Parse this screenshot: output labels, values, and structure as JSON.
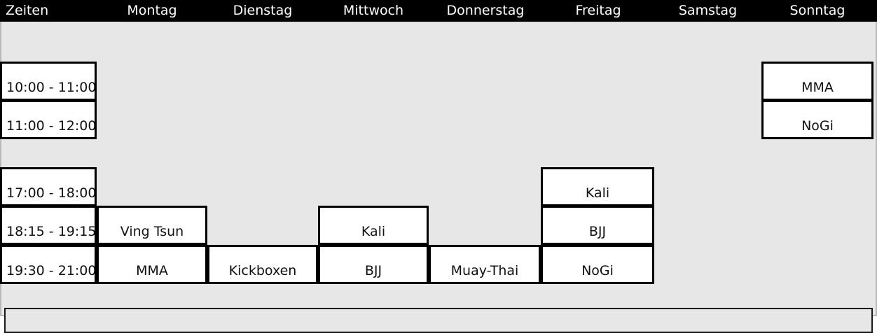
{
  "header": {
    "columns": [
      {
        "label": "Zeiten",
        "key": "zeiten"
      },
      {
        "label": "Montag",
        "key": "montag"
      },
      {
        "label": "Dienstag",
        "key": "dienstag"
      },
      {
        "label": "Mittwoch",
        "key": "mittwoch"
      },
      {
        "label": "Donnerstag",
        "key": "donnerstag"
      },
      {
        "label": "Freitag",
        "key": "freitag"
      },
      {
        "label": "Samstag",
        "key": "samstag"
      },
      {
        "label": "Sonntag",
        "key": "sonntag"
      }
    ]
  },
  "times": [
    {
      "label": "10:00 - 11:00"
    },
    {
      "label": "11:00 - 12:00"
    },
    {
      "label": "17:00 - 18:00"
    },
    {
      "label": "18:15 - 19:15"
    },
    {
      "label": "19:30 - 21:00"
    }
  ],
  "entries": [
    {
      "day": "Sonntag",
      "time": "10:00 - 11:00",
      "label": "MMA"
    },
    {
      "day": "Sonntag",
      "time": "11:00 - 12:00",
      "label": "NoGi"
    },
    {
      "day": "Freitag",
      "time": "17:00 - 18:00",
      "label": "Kali"
    },
    {
      "day": "Montag",
      "time": "18:15 - 19:15",
      "label": "Ving Tsun"
    },
    {
      "day": "Mittwoch",
      "time": "18:15 - 19:15",
      "label": "Kali"
    },
    {
      "day": "Freitag",
      "time": "18:15 - 19:15",
      "label": "BJJ"
    },
    {
      "day": "Montag",
      "time": "19:30 - 21:00",
      "label": "MMA"
    },
    {
      "day": "Dienstag",
      "time": "19:30 - 21:00",
      "label": "Kickboxen"
    },
    {
      "day": "Mittwoch",
      "time": "19:30 - 21:00",
      "label": "BJJ"
    },
    {
      "day": "Donnerstag",
      "time": "19:30 - 21:00",
      "label": "Muay-Thai"
    },
    {
      "day": "Freitag",
      "time": "19:30 - 21:00",
      "label": "NoGi"
    }
  ],
  "colors": {
    "header_bg": "#000000",
    "header_text": "#ffffff",
    "body_bg": "#e7e7e7",
    "cell_bg": "#ffffff",
    "cell_border": "#000000"
  }
}
